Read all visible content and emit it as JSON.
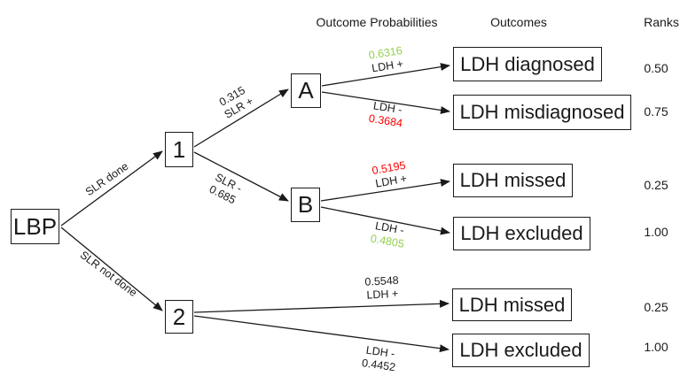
{
  "columns": {
    "probabilities_header": "Outcome Probabilities",
    "outcomes_header": "Outcomes",
    "ranks_header": "Ranks"
  },
  "colors": {
    "favorable": "#92d050",
    "unfavorable": "#ff0000",
    "neutral": "#1a1a1a"
  },
  "nodes": {
    "root": "LBP",
    "decision1": "1",
    "decision2": "2",
    "chanceA": "A",
    "chanceB": "B"
  },
  "edges": {
    "slr_done": {
      "label": "SLR done"
    },
    "slr_not_done": {
      "label": "SLR not done"
    },
    "slr_pos": {
      "prob": "0.315",
      "label": "SLR +"
    },
    "slr_neg": {
      "label": "SLR -",
      "prob": "0.685"
    },
    "a_ldh_pos": {
      "prob": "0.6316",
      "label": "LDH +"
    },
    "a_ldh_neg": {
      "label": "LDH -",
      "prob": "0.3684"
    },
    "b_ldh_pos": {
      "prob": "0.5195",
      "label": "LDH +"
    },
    "b_ldh_neg": {
      "label": "LDH -",
      "prob": "0.4805"
    },
    "n2_ldh_pos": {
      "prob": "0.5548",
      "label": "LDH +"
    },
    "n2_ldh_neg": {
      "label": "LDH -",
      "prob": "0.4452"
    }
  },
  "outcomes": [
    {
      "label": "LDH diagnosed",
      "rank": "0.50"
    },
    {
      "label": "LDH misdiagnosed",
      "rank": "0.75"
    },
    {
      "label": "LDH missed",
      "rank": "0.25"
    },
    {
      "label": "LDH excluded",
      "rank": "1.00"
    },
    {
      "label": "LDH missed",
      "rank": "0.25"
    },
    {
      "label": "LDH excluded",
      "rank": "1.00"
    }
  ]
}
